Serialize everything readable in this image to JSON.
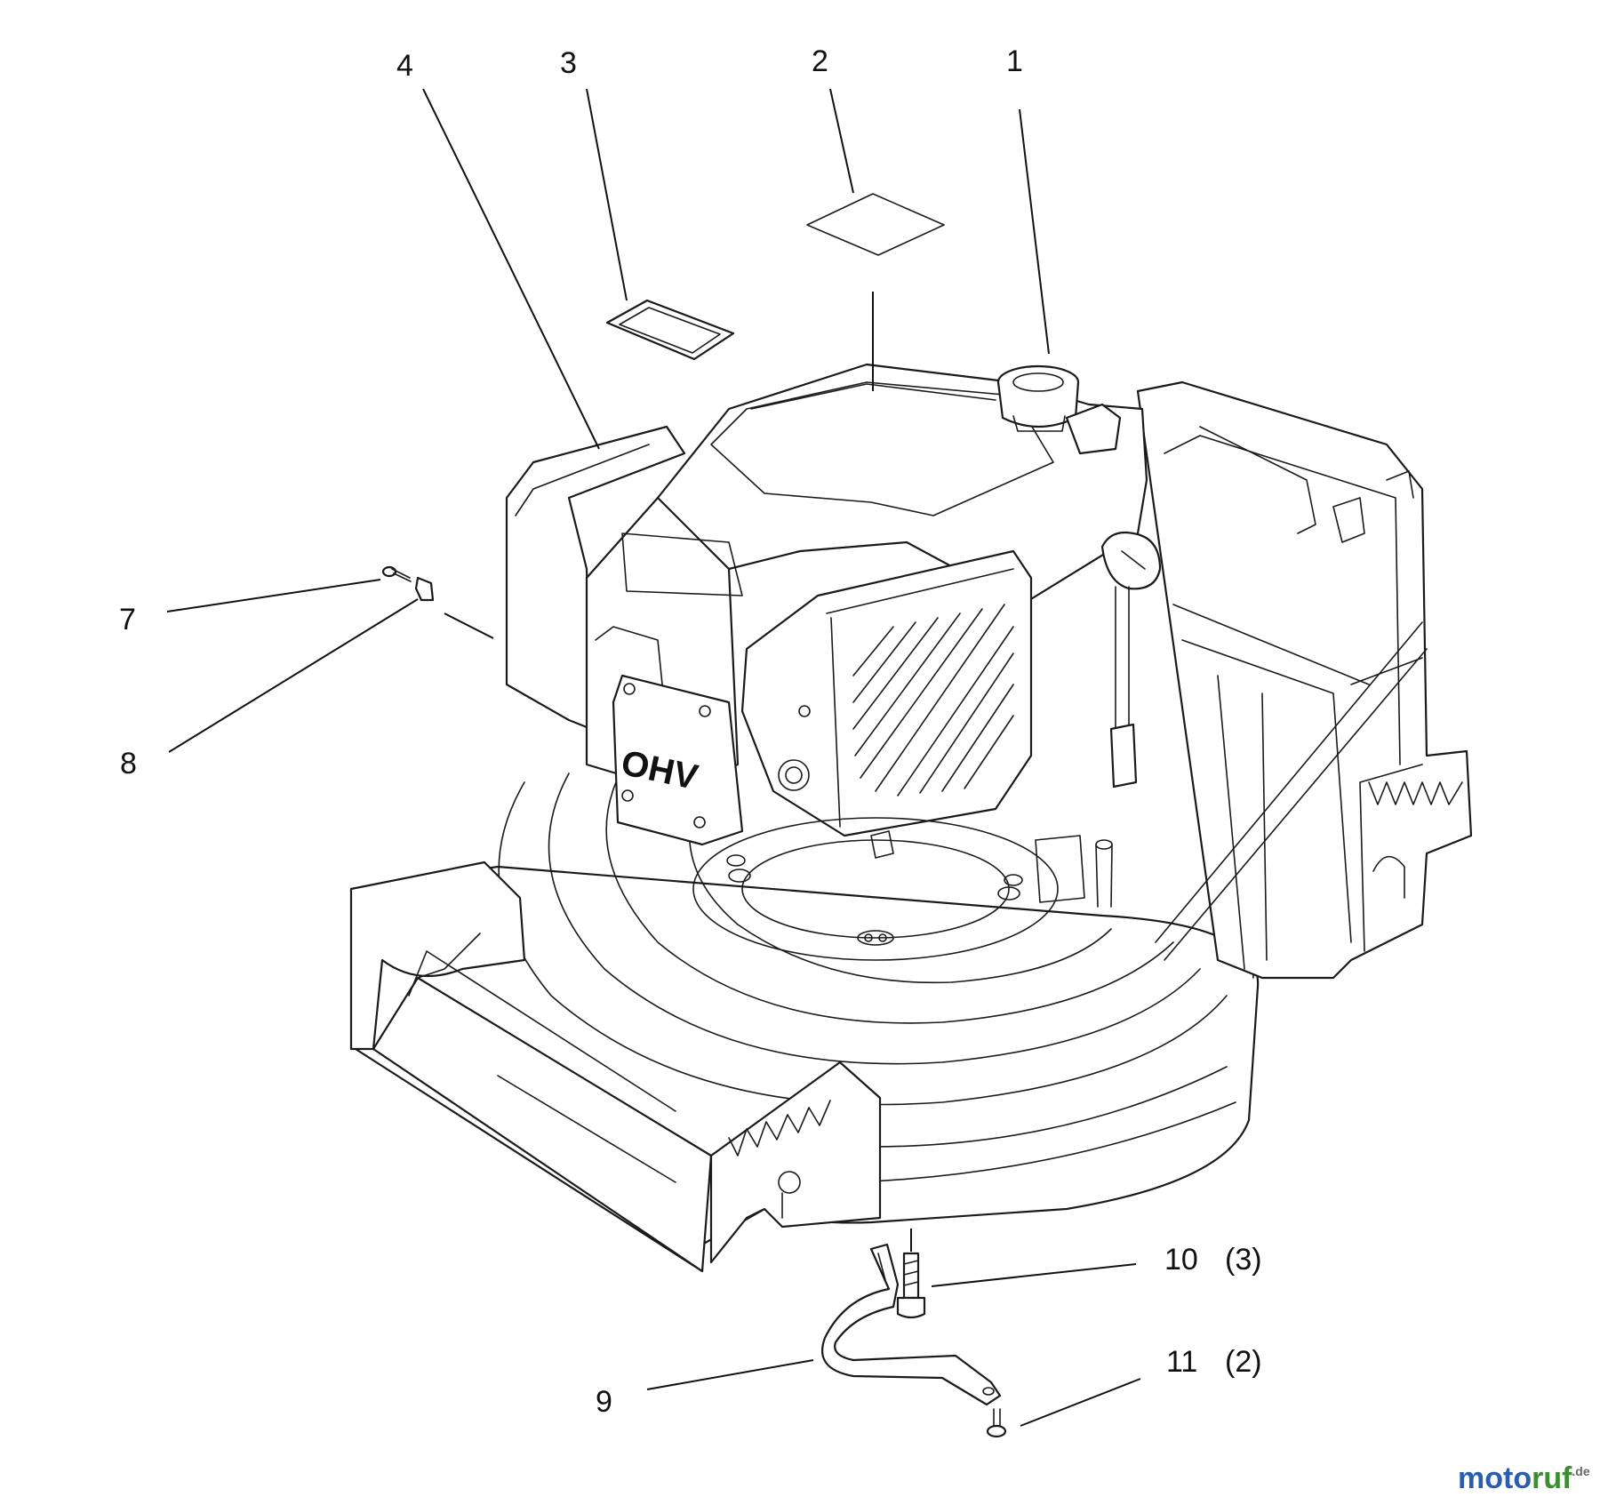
{
  "diagram": {
    "callouts": [
      {
        "id": "1",
        "text": "1"
      },
      {
        "id": "2",
        "text": "2"
      },
      {
        "id": "3",
        "text": "3"
      },
      {
        "id": "4",
        "text": "4"
      },
      {
        "id": "7",
        "text": "7"
      },
      {
        "id": "8",
        "text": "8"
      },
      {
        "id": "9",
        "text": "9"
      },
      {
        "id": "10",
        "text": "10",
        "qty": "(3)"
      },
      {
        "id": "11",
        "text": "11",
        "qty": "(2)"
      }
    ],
    "engine_badge": "OHV"
  },
  "watermark": {
    "part_a": "moto",
    "part_b": "ruf",
    "suffix": ".de",
    "colors": {
      "part_a": "#2a5db0",
      "part_b": "#3c8f2f"
    }
  }
}
